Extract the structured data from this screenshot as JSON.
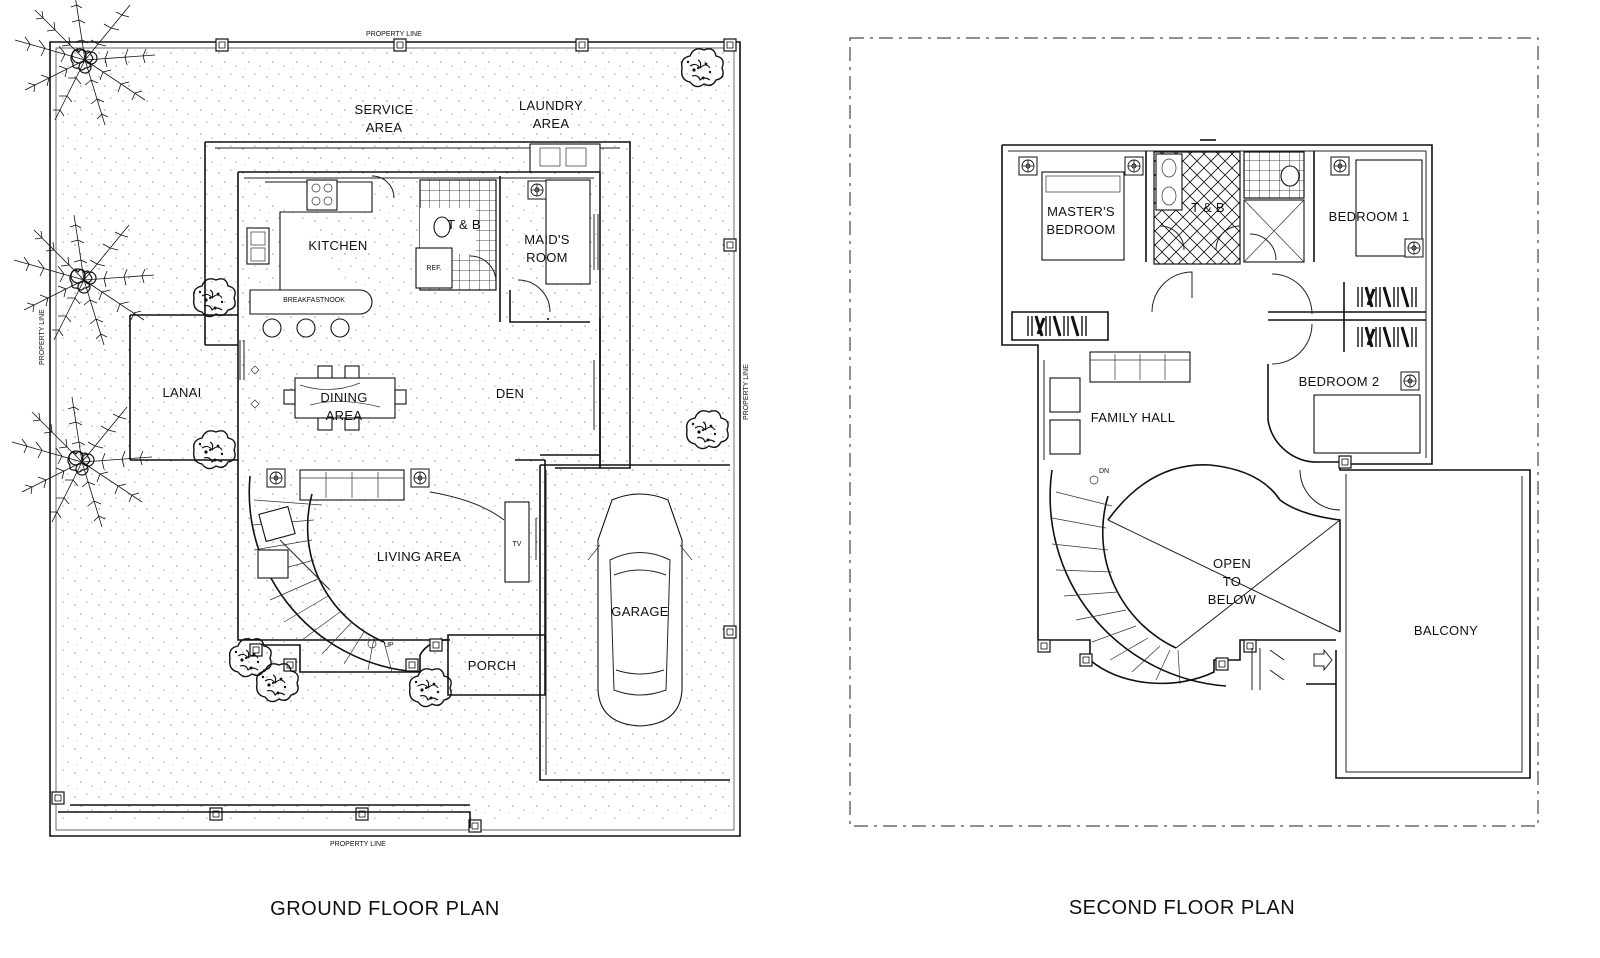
{
  "colors": {
    "background": "#ffffff",
    "linework": "#111111"
  },
  "ground_floor": {
    "title": "GROUND FLOOR PLAN",
    "property_line_label": "PROPERTY LINE",
    "rooms": {
      "service_area": [
        "SERVICE",
        "AREA"
      ],
      "laundry_area": [
        "LAUNDRY",
        "AREA"
      ],
      "kitchen": "KITCHEN",
      "tb": "T & B",
      "ref": "REF.",
      "maids_room": [
        "MAID'S",
        "ROOM"
      ],
      "breakfast_nook": "BREAKFASTNOOK",
      "lanai": "LANAI",
      "dining_area": [
        "DINING",
        "AREA"
      ],
      "den": "DEN",
      "living_area": "LIVING AREA",
      "tv": "TV",
      "up": "UP",
      "porch": "PORCH",
      "garage": "GARAGE"
    }
  },
  "second_floor": {
    "title": "SECOND FLOOR PLAN",
    "rooms": {
      "masters_bedroom": [
        "MASTER'S",
        "BEDROOM"
      ],
      "tb": "T & B",
      "bedroom_1": "BEDROOM 1",
      "bedroom_2": "BEDROOM 2",
      "family_hall": "FAMILY HALL",
      "dn": "DN",
      "open_to_below": [
        "OPEN",
        "TO",
        "BELOW"
      ],
      "balcony": "BALCONY"
    }
  }
}
